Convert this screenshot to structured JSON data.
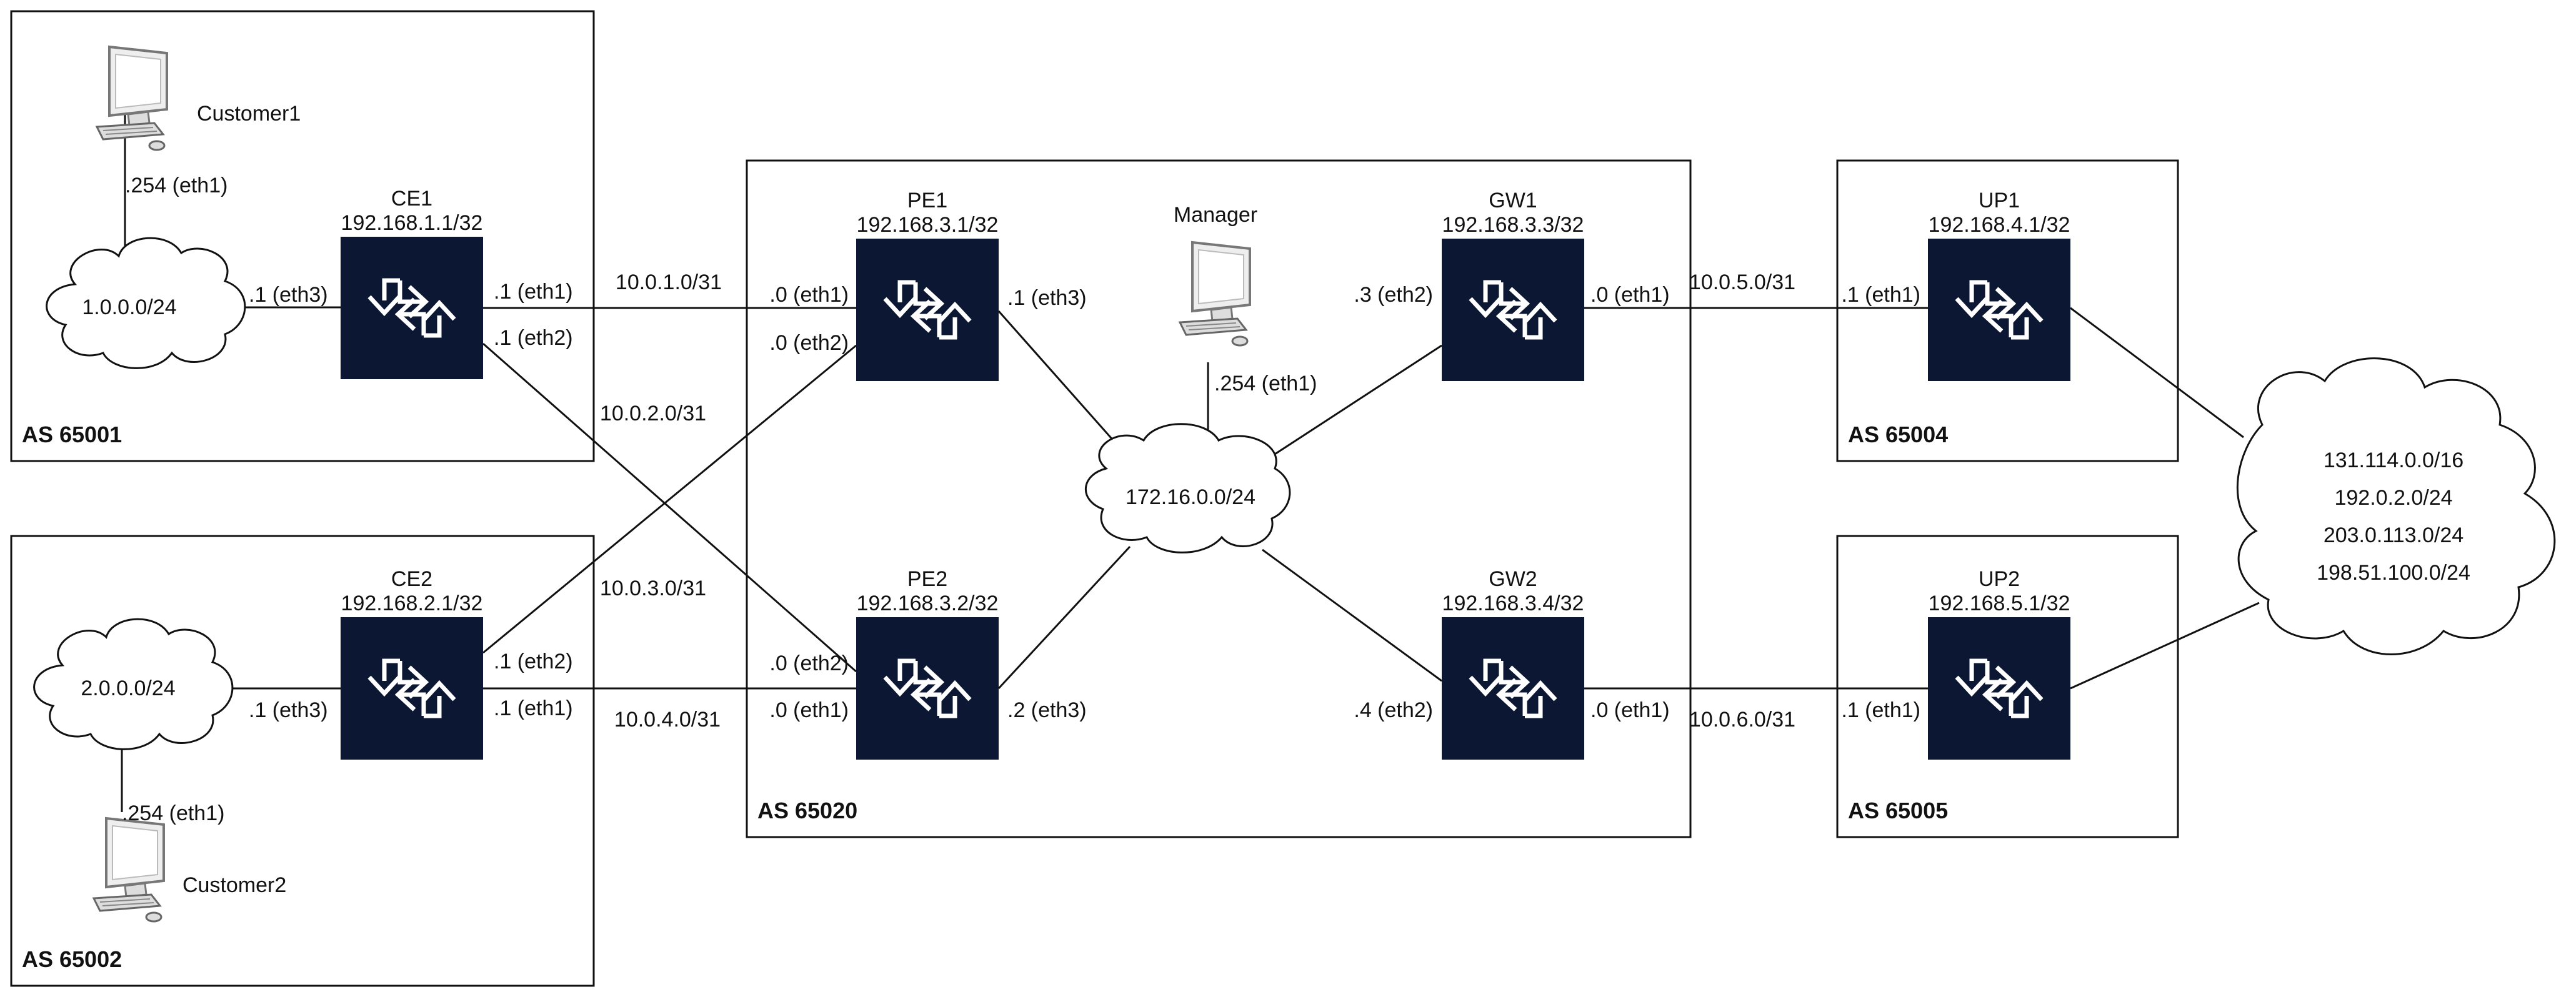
{
  "colors": {
    "router": "#0c1733",
    "line": "#111111",
    "background": "#ffffff"
  },
  "as_labels": {
    "as65001": "AS 65001",
    "as65002": "AS 65002",
    "as65020": "AS 65020",
    "as65004": "AS 65004",
    "as65005": "AS 65005"
  },
  "routers": {
    "ce1": {
      "name": "CE1",
      "ip": "192.168.1.1/32"
    },
    "ce2": {
      "name": "CE2",
      "ip": "192.168.2.1/32"
    },
    "pe1": {
      "name": "PE1",
      "ip": "192.168.3.1/32"
    },
    "pe2": {
      "name": "PE2",
      "ip": "192.168.3.2/32"
    },
    "gw1": {
      "name": "GW1",
      "ip": "192.168.3.3/32"
    },
    "gw2": {
      "name": "GW2",
      "ip": "192.168.3.4/32"
    },
    "up1": {
      "name": "UP1",
      "ip": "192.168.4.1/32"
    },
    "up2": {
      "name": "UP2",
      "ip": "192.168.5.1/32"
    }
  },
  "hosts": {
    "customer1": "Customer1",
    "customer2": "Customer2",
    "manager": "Manager"
  },
  "clouds": {
    "net1": "1.0.0.0/24",
    "net2": "2.0.0.0/24",
    "core": "172.16.0.0/24",
    "internet": [
      "131.114.0.0/16",
      "192.0.2.0/24",
      "203.0.113.0/24",
      "198.51.100.0/24"
    ]
  },
  "subnets": {
    "ce1_pe1": "10.0.1.0/31",
    "ce1_pe2": "10.0.2.0/31",
    "ce2_pe1": "10.0.3.0/31",
    "ce2_pe2": "10.0.4.0/31",
    "gw1_up1": "10.0.5.0/31",
    "gw2_up2": "10.0.6.0/31"
  },
  "interfaces": {
    "cust1": ".254 (eth1)",
    "ce1_eth3": ".1 (eth3)",
    "ce1_eth1": ".1 (eth1)",
    "ce1_eth2": ".1 (eth2)",
    "cust2": ".254 (eth1)",
    "ce2_eth3": ".1 (eth3)",
    "ce2_eth2": ".1 (eth2)",
    "ce2_eth1": ".1 (eth1)",
    "pe1_eth1": ".0 (eth1)",
    "pe1_eth2": ".0 (eth2)",
    "pe1_eth3": ".1 (eth3)",
    "pe2_eth2": ".0 (eth2)",
    "pe2_eth1": ".0 (eth1)",
    "pe2_eth3": ".2 (eth3)",
    "manager": ".254 (eth1)",
    "gw1_eth2": ".3 (eth2)",
    "gw1_eth1": ".0 (eth1)",
    "gw2_eth2": ".4 (eth2)",
    "gw2_eth1": ".0 (eth1)",
    "up1_eth1": ".1 (eth1)",
    "up2_eth1": ".1 (eth1)"
  },
  "icons": {
    "router": "router-icon",
    "host": "computer-icon",
    "network": "cloud-icon"
  }
}
